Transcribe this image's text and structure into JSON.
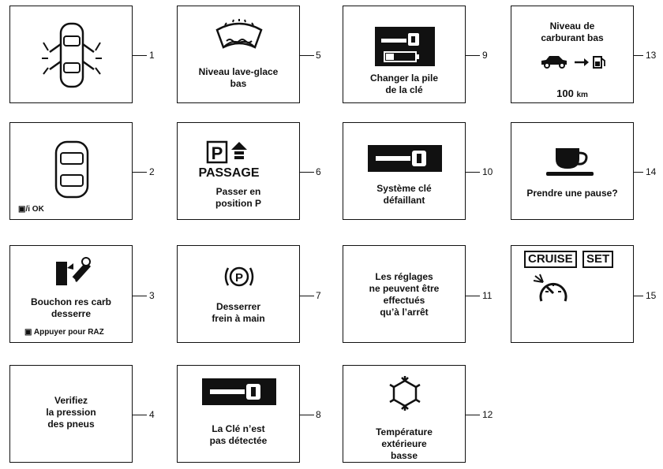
{
  "panels": [
    {
      "num": "1",
      "lines": "",
      "extra": "",
      "icon": "door-open-icon"
    },
    {
      "num": "2",
      "lines": "",
      "extra": "/i OK",
      "icon": "vehicle-top-icon"
    },
    {
      "num": "3",
      "lines": "Bouchon res carb\ndesserre",
      "extra": "Appuyer pour RAZ",
      "icon": "fuel-cap-icon"
    },
    {
      "num": "4",
      "lines": "Verifiez\nla pression\ndes pneus",
      "extra": "",
      "icon": ""
    },
    {
      "num": "5",
      "lines": "Niveau lave-glace\nbas",
      "extra": "",
      "icon": "washer-fluid-icon"
    },
    {
      "num": "6",
      "lines": "Passer en\nposition P",
      "extra": "PASSAGE",
      "icon": "park-shift-icon"
    },
    {
      "num": "7",
      "lines": "Desserrer\nfrein à main",
      "extra": "",
      "icon": "parking-brake-icon"
    },
    {
      "num": "8",
      "lines": "La Clé n’est\npas détectée",
      "extra": "",
      "icon": "key-icon"
    },
    {
      "num": "9",
      "lines": "Changer la pile\nde la clé",
      "extra": "",
      "icon": "key-battery-icon"
    },
    {
      "num": "10",
      "lines": "Système clé\ndéfaillant",
      "extra": "",
      "icon": "key-icon"
    },
    {
      "num": "11",
      "lines": "Les réglages\nne peuvent être\neffectués\nqu’à l’arrêt",
      "extra": "",
      "icon": ""
    },
    {
      "num": "12",
      "lines": "Température\nextérieure\nbasse",
      "extra": "",
      "icon": "snowflake-icon"
    },
    {
      "num": "13",
      "lines": "Niveau de\ncarburant bas",
      "extra": "100",
      "unit": "km",
      "icon": "car-to-fuel-icon"
    },
    {
      "num": "14",
      "lines": "Prendre une pause?",
      "extra": "",
      "icon": "coffee-cup-icon"
    },
    {
      "num": "15",
      "lines": "",
      "extra": "CRUISE",
      "extra2": "SET",
      "icon": "cruise-gauge-icon"
    }
  ]
}
